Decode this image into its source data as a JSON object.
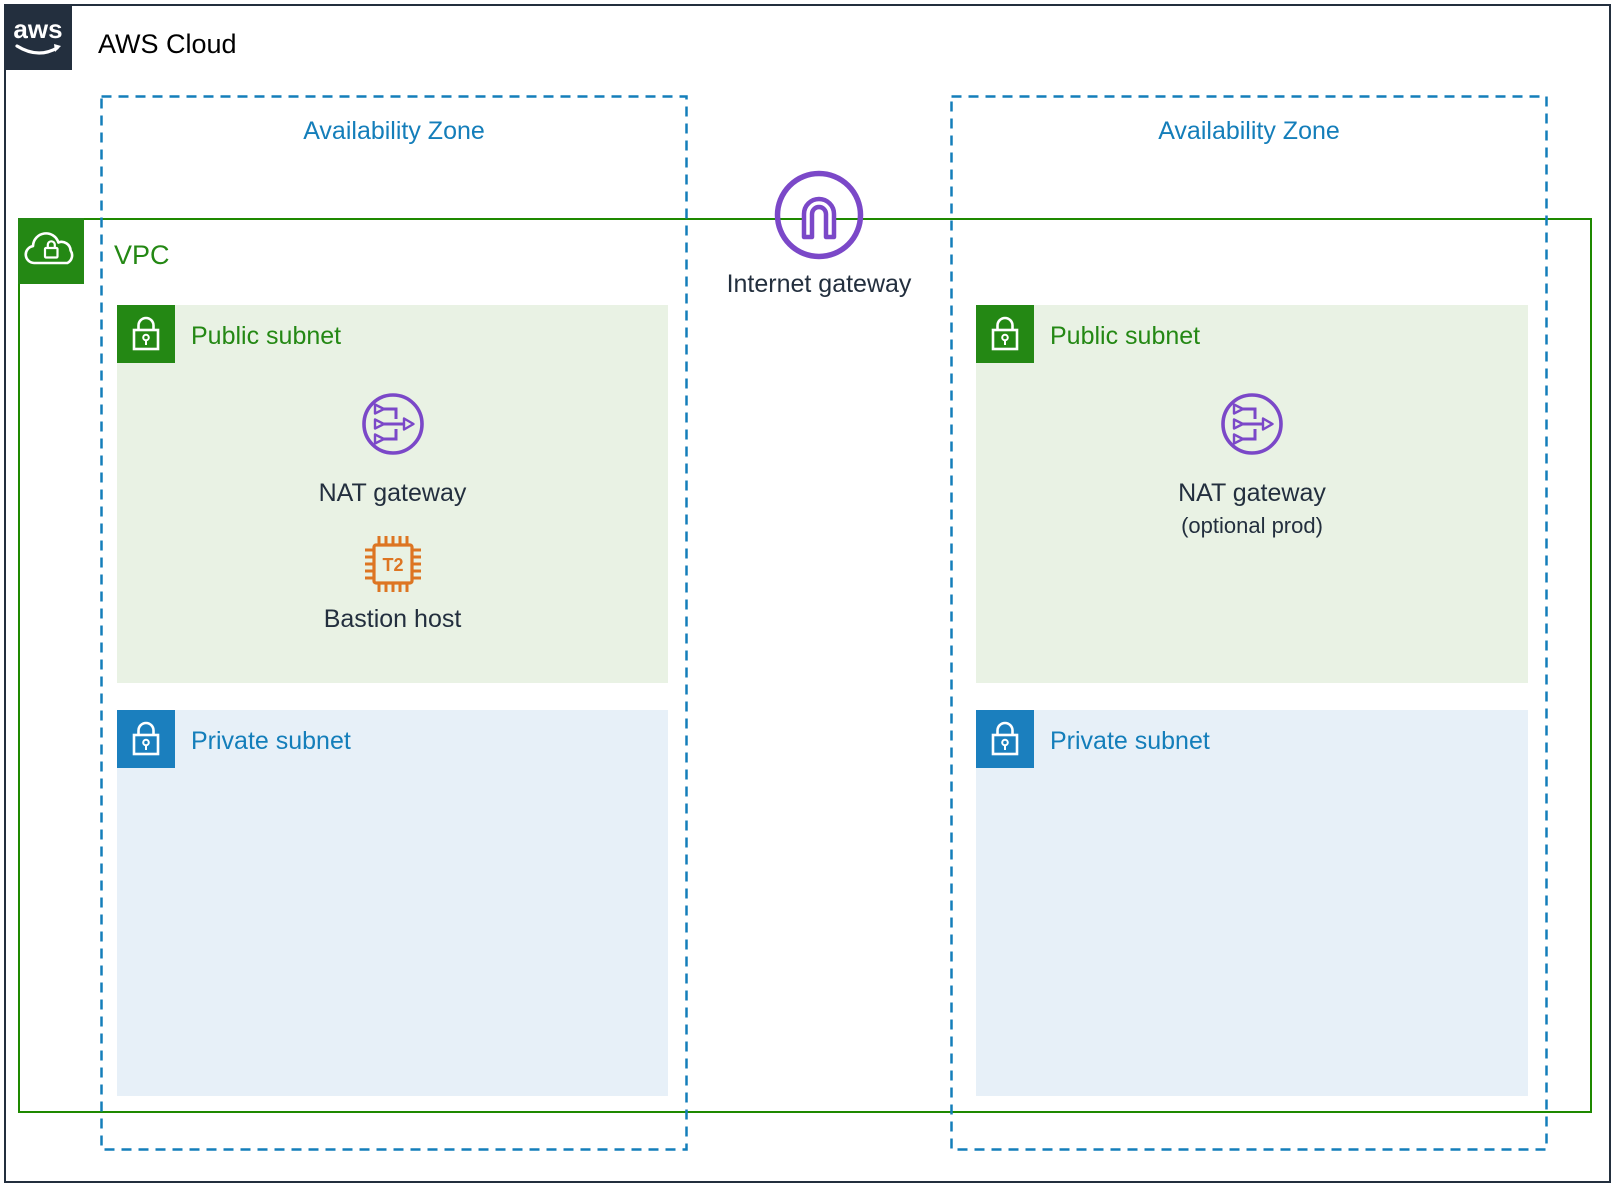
{
  "diagram": {
    "title": "AWS Cloud",
    "logo_text": "aws",
    "vpc_label": "VPC",
    "internet_gateway_label": "Internet gateway"
  },
  "zones": [
    {
      "label": "Availability Zone",
      "public_subnet_label": "Public subnet",
      "private_subnet_label": "Private subnet",
      "nat_gateway_label": "NAT gateway",
      "bastion_label": "Bastion host",
      "bastion_chip_text": "T2"
    },
    {
      "label": "Availability Zone",
      "public_subnet_label": "Public subnet",
      "private_subnet_label": "Private subnet",
      "nat_gateway_label": "NAT gateway",
      "nat_gateway_sublabel": "(optional prod)"
    }
  ],
  "colors": {
    "aws_navy": "#232F3E",
    "green": "#248814",
    "vpc_border_green": "#1E8900",
    "blue": "#147EBA",
    "private_icon_blue": "#1B7FBE",
    "purple": "#7B48C8",
    "orange": "#DD7522",
    "public_subnet_fill": "#E9F2E4",
    "private_subnet_fill": "#E7F0F8"
  }
}
